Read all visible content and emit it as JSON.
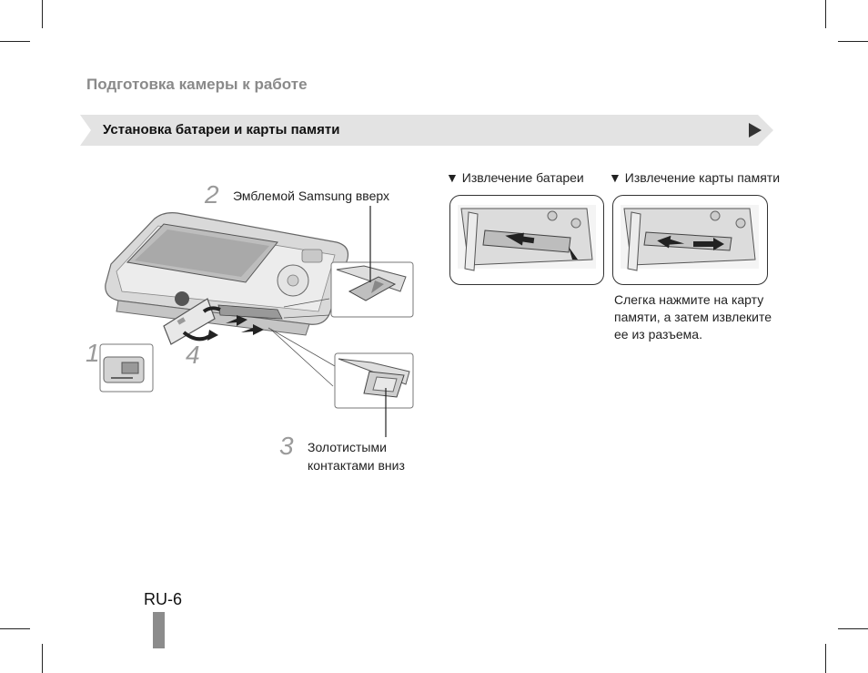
{
  "section_title": "Подготовка камеры к работе",
  "banner_title": "Установка батареи и карты памяти",
  "steps": [
    {
      "num": "1"
    },
    {
      "num": "2",
      "caption": "Эмблемой Samsung вверх"
    },
    {
      "num": "3",
      "caption_lines": [
        "Золотистыми",
        "контактами вниз"
      ]
    },
    {
      "num": "4"
    }
  ],
  "right": {
    "battery_heading": "Извлечение батареи",
    "card_heading": "Извлечение карты памяти",
    "bullet": "▼",
    "note_lines": [
      "Слегка нажмите на карту",
      "памяти, а затем извлеките",
      "ее из разъема."
    ]
  },
  "page": {
    "number": "RU-6"
  },
  "colors": {
    "banner_bg": "#e3e3e3",
    "section_title": "#8a8a8a",
    "page_bar": "#8c8c8c"
  }
}
